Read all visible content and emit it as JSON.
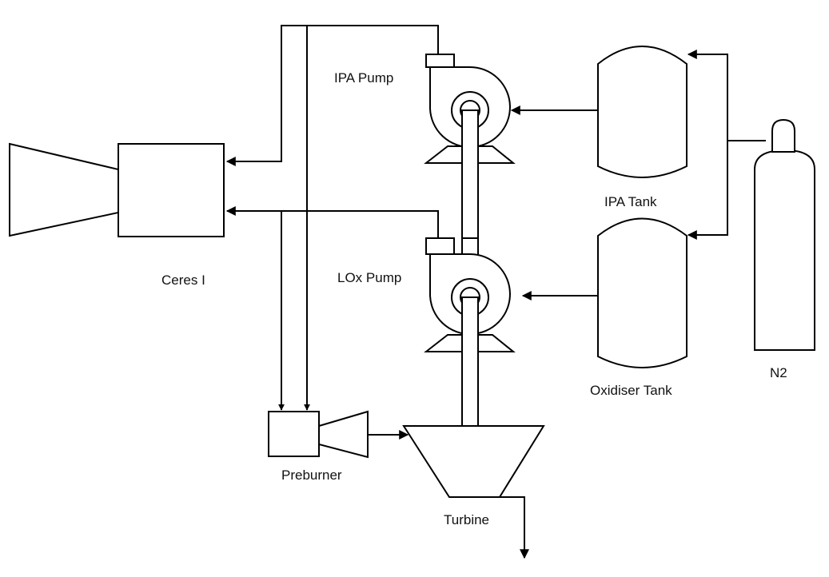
{
  "labels": {
    "ipa_pump": "IPA Pump",
    "lox_pump": "LOx Pump",
    "ipa_tank": "IPA Tank",
    "oxidiser_tank": "Oxidiser Tank",
    "n2": "N2",
    "ceres": "Ceres I",
    "preburner": "Preburner",
    "turbine": "Turbine"
  },
  "colors": {
    "stroke": "#000000",
    "fill": "#ffffff",
    "text": "#111111"
  }
}
